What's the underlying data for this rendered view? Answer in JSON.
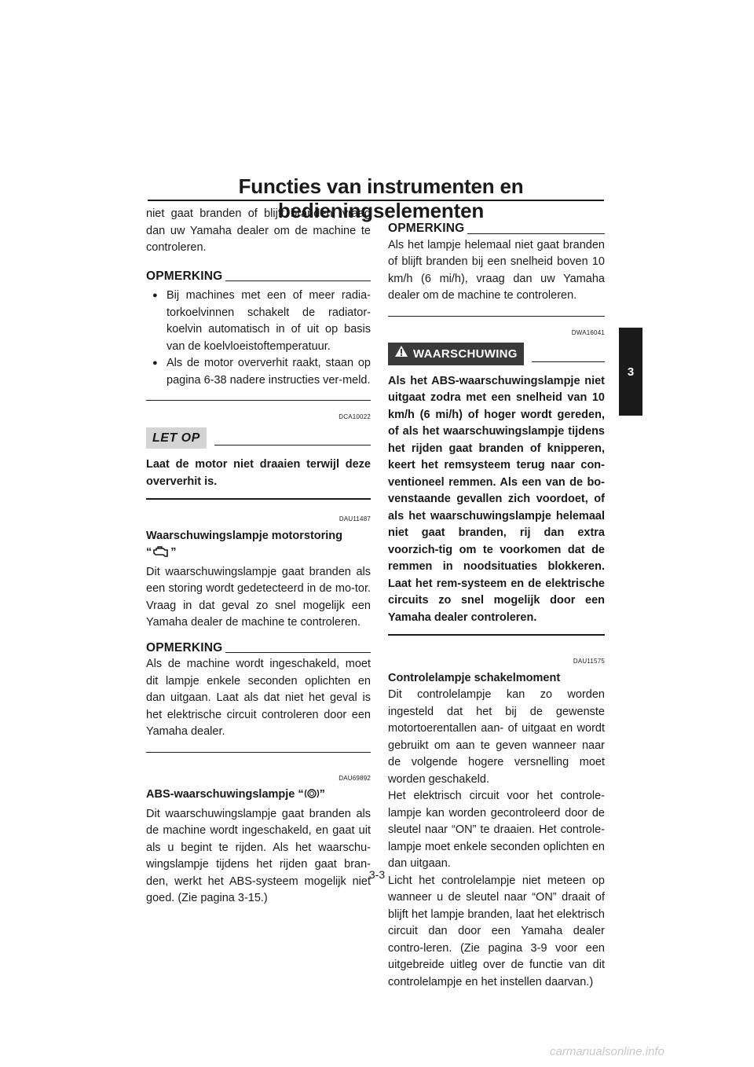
{
  "header": {
    "title": "Functies van instrumenten en bedieningselementen"
  },
  "chapter_tab": "3",
  "left": {
    "intro": "niet gaat branden of blijft branden, vraag dan uw Yamaha dealer om de machine te controleren.",
    "note1_label": "OPMERKING",
    "note1_items": [
      "Bij machines met een of meer radia-torkoelvinnen schakelt de radiator-koelvin automatisch in of uit op basis van de koelvloeistoftemperatuur.",
      "Als de motor oververhit raakt, staan op pagina 6-38 nadere instructies ver-meld."
    ],
    "caution_code": "DCA10022",
    "caution_label": "LET OP",
    "caution_text": "Laat de motor niet draaien terwijl deze oververhit is.",
    "sec1_code": "DAU11487",
    "sec1_title_a": "Waarschuwingslampje motorstoring",
    "sec1_title_b_open": "“",
    "sec1_title_b_close": "”",
    "sec1_icon": "engine-icon",
    "sec1_text": "Dit waarschuwingslampje gaat branden als een storing wordt gedetecteerd in de mo-tor. Vraag in dat geval zo snel mogelijk een Yamaha dealer de machine te controleren.",
    "note2_label": "OPMERKING",
    "note2_text": "Als de machine wordt ingeschakeld, moet dit lampje enkele seconden oplichten en dan uitgaan. Laat als dat niet het geval is het elektrische circuit controleren door een Yamaha dealer.",
    "sec2_code": "DAU69892",
    "sec2_title_a": "ABS-waarschuwingslampje “",
    "sec2_title_b": "”",
    "sec2_icon": "abs-icon",
    "sec2_text": "Dit waarschuwingslampje gaat branden als de machine wordt ingeschakeld, en gaat uit als u begint te rijden. Als het waarschu-wingslampje tijdens het rijden gaat bran-den, werkt het ABS-systeem mogelijk niet goed. (Zie pagina 3-15.)"
  },
  "right": {
    "note3_label": "OPMERKING",
    "note3_text": "Als het lampje helemaal niet gaat branden of blijft branden bij een snelheid boven 10 km/h (6 mi/h), vraag dan uw Yamaha dealer om de machine te controleren.",
    "warning_code": "DWA16041",
    "warning_label": "WAARSCHUWING",
    "warning_icon": "warning-triangle-icon",
    "warning_text": "Als het ABS-waarschuwingslampje niet uitgaat zodra met een snelheid van 10 km/h (6 mi/h) of hoger wordt gereden, of als het waarschuwingslampje tijdens het rijden gaat branden of knipperen, keert het remsysteem terug naar con-ventioneel remmen. Als een van de bo-venstaande gevallen zich voordoet, of als het waarschuwingslampje helemaal niet gaat branden, rij dan extra voorzich-tig om te voorkomen dat de remmen in noodsituaties blokkeren. Laat het rem-systeem en de elektrische circuits zo snel mogelijk door een Yamaha dealer controleren.",
    "sec3_code": "DAU11575",
    "sec3_title": "Controlelampje schakelmoment",
    "sec3_p1": "Dit controlelampje kan zo worden ingesteld dat het bij de gewenste motortoerentallen aan- of uitgaat en wordt gebruikt om aan te geven wanneer naar de volgende hogere versnelling moet worden geschakeld.",
    "sec3_p2": "Het elektrisch circuit voor het controle-lampje kan worden gecontroleerd door de sleutel naar “ON” te draaien. Het controle-lampje moet enkele seconden oplichten en dan uitgaan.",
    "sec3_p3": "Licht het controlelampje niet meteen op wanneer u de sleutel naar “ON” draait of blijft het lampje branden, laat het elektrisch circuit dan door een Yamaha dealer contro-leren. (Zie pagina 3-9 voor een uitgebreide uitleg over de functie van dit controlelampje en het instellen daarvan.)"
  },
  "footer": {
    "page_number": "3-3",
    "watermark": "carmanualsonline.info"
  }
}
